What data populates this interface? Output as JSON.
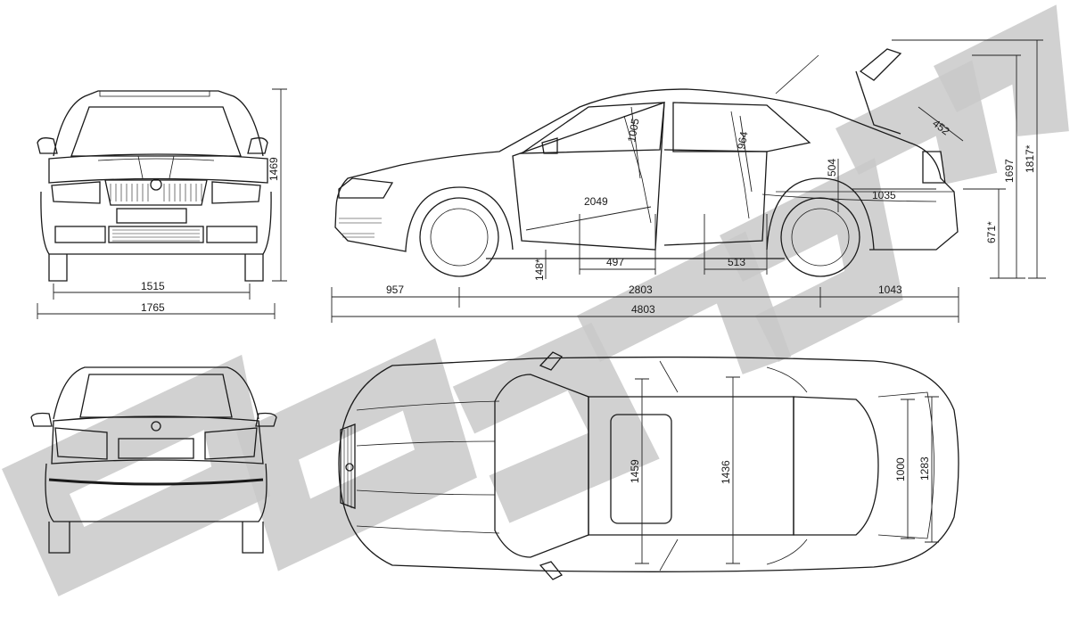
{
  "watermark": {
    "text": "3DCarSu",
    "color": "#d0d0d0"
  },
  "front_view": {
    "dims": {
      "track": "1515",
      "width": "1765",
      "height": "1469"
    }
  },
  "side_view": {
    "dims": {
      "overhang_front": "957",
      "wheelbase": "2803",
      "overhang_rear": "1043",
      "length": "4803",
      "ground_clearance": "148*",
      "front_legroom": "1005",
      "rear_legroom": "964",
      "front_seat_depth": "497",
      "rear_seat_depth": "513",
      "cabin_length": "2049",
      "trunk_opening": "452",
      "trunk_depth": "1035",
      "trunk_height": "504",
      "loading_height": "671*",
      "height": "1697",
      "height_open": "1817*"
    }
  },
  "top_view": {
    "dims": {
      "front_width": "1459",
      "rear_width": "1436",
      "trunk_width_inner": "1000",
      "trunk_width_outer": "1283"
    }
  }
}
